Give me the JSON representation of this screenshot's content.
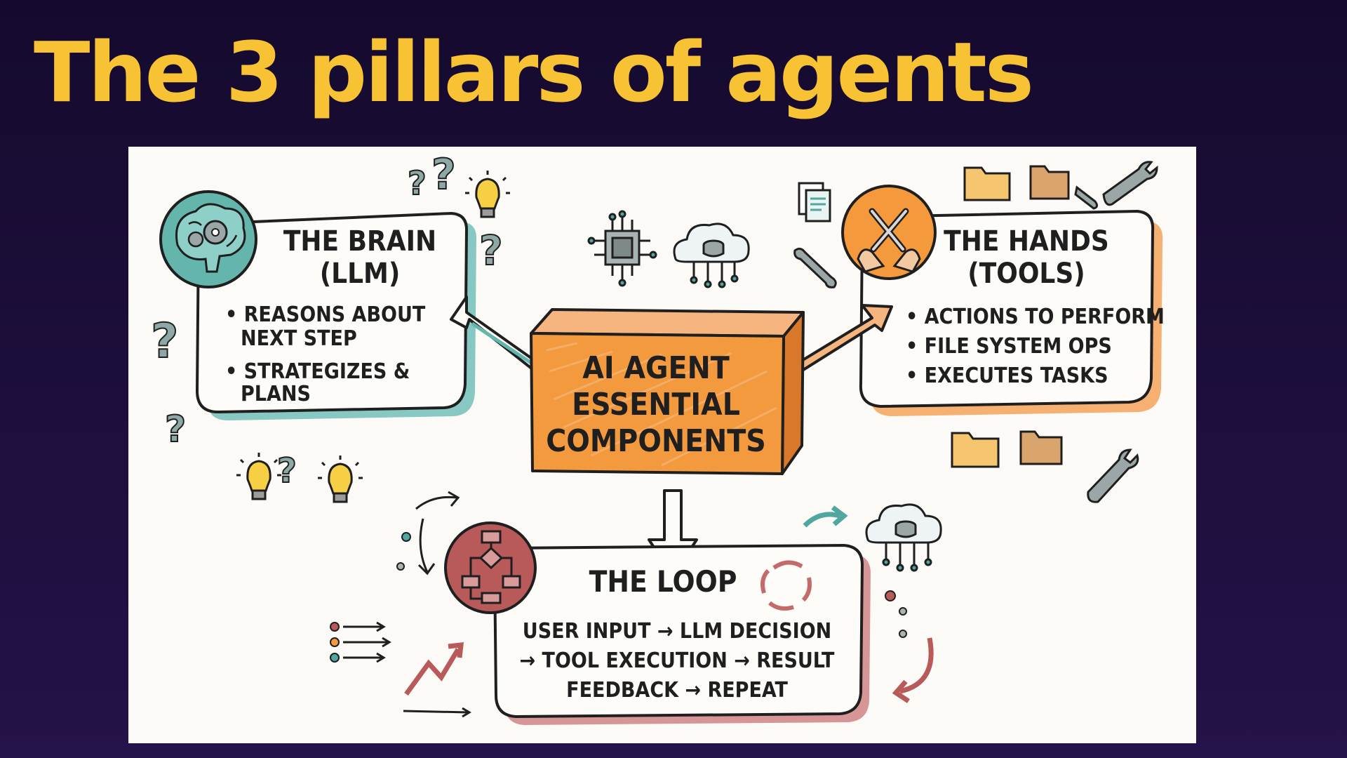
{
  "slide": {
    "title": "The 3 pillars of agents"
  },
  "diagram": {
    "center": {
      "lines": [
        "AI AGENT",
        "ESSENTIAL",
        "COMPONENTS"
      ]
    },
    "brain": {
      "title_lines": [
        "THE BRAIN",
        "(LLM)"
      ],
      "bullets": [
        "• REASONS ABOUT",
        "NEXT STEP",
        "• STRATEGIZES &",
        "PLANS"
      ]
    },
    "hands": {
      "title_lines": [
        "THE HANDS",
        "(TOOLS)"
      ],
      "bullets": [
        "• ACTIONS TO PERFORM",
        "• FILE SYSTEM OPS",
        "• EXECUTES TASKS"
      ]
    },
    "loop": {
      "title": "THE LOOP",
      "lines": [
        "USER INPUT → LLM DECISION",
        "→ TOOL EXECUTION → RESULT",
        "FEEDBACK → REPEAT"
      ]
    },
    "colors": {
      "title": "#f7c234",
      "brain_accent": "#4fa7a0",
      "hands_accent": "#f2913a",
      "loop_accent": "#b85a5a",
      "center_fill": "#f39a3e"
    }
  }
}
